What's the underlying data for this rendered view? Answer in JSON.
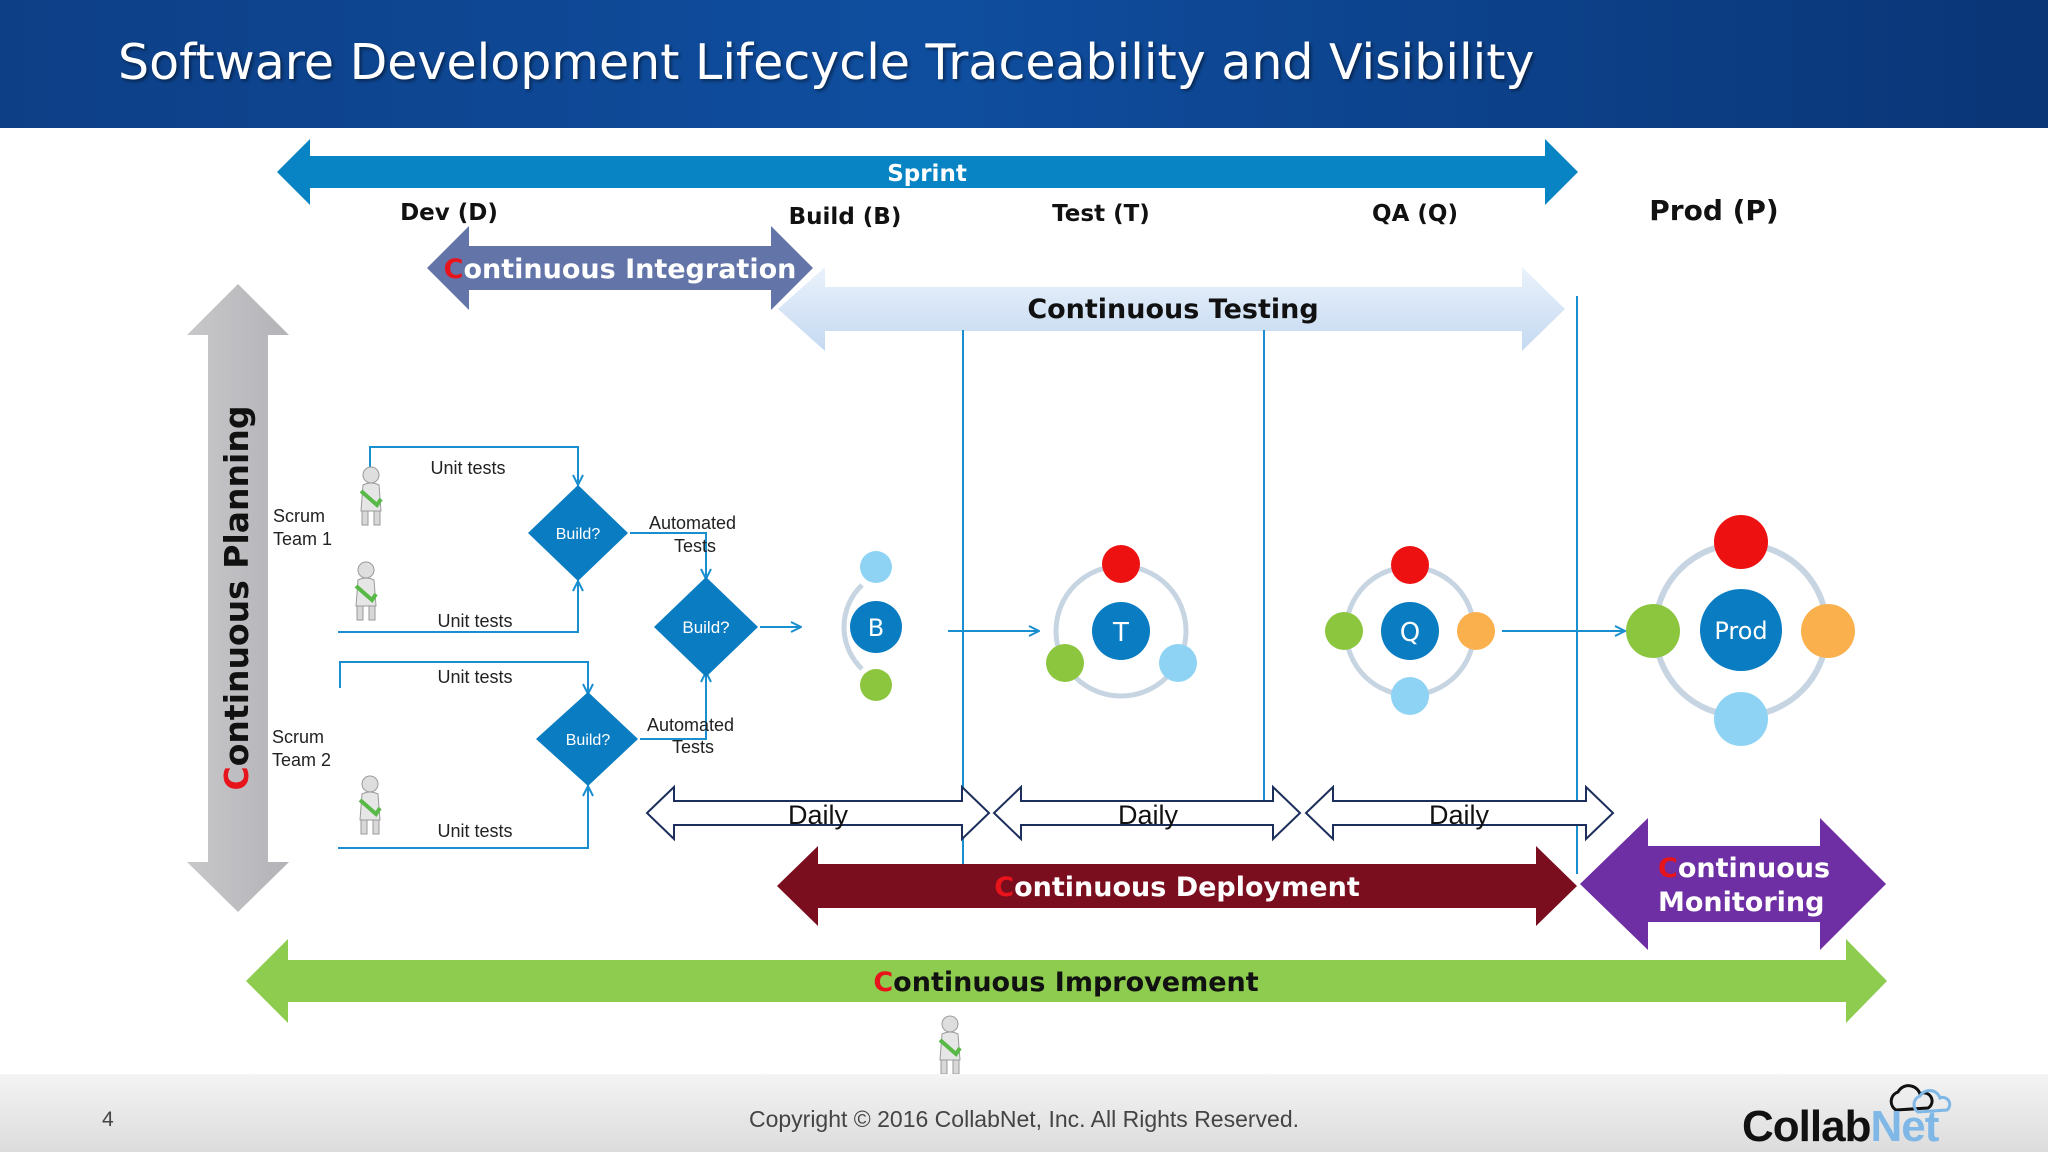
{
  "slide": {
    "title": "Software Development Lifecycle Traceability and Visibility",
    "page_number": "4",
    "copyright": "Copyright © 2016 CollabNet, Inc.  All Rights Reserved.",
    "logo": {
      "part1": "Collab",
      "part2": "Net"
    }
  },
  "stages": {
    "sprint": "Sprint",
    "dev": "Dev (D)",
    "build": "Build (B)",
    "test": "Test (T)",
    "qa": "QA (Q)",
    "prod": "Prod (P)"
  },
  "practices": {
    "integration": {
      "initial": "C",
      "rest": "ontinuous Integration"
    },
    "testing": "Continuous Testing",
    "planning": {
      "initial": "C",
      "rest": "ontinuous Planning"
    },
    "deployment": {
      "initial": "C",
      "rest": "ontinuous Deployment"
    },
    "monitoring": {
      "initial": "C",
      "line1": "ontinuous",
      "line2": "Monitoring"
    },
    "improvement": {
      "initial": "C",
      "rest": "ontinuous Improvement"
    }
  },
  "flow": {
    "unit_tests": "Unit tests",
    "team1": {
      "line1": "Scrum",
      "line2": "Team 1"
    },
    "team2": {
      "line1": "Scrum",
      "line2": "Team 2"
    },
    "build_decision": "Build?",
    "automated": {
      "line1": "Automated",
      "line2": "Tests"
    },
    "daily": "Daily"
  },
  "nodes": {
    "build": "B",
    "test": "T",
    "qa": "Q",
    "prod": "Prod"
  },
  "colors": {
    "sprint": "#0884c4",
    "integration": "#6274a8",
    "testing": "#c9dcf2",
    "planning": "#bdbdc0",
    "deployment": "#7a0d1e",
    "monitoring": "#6d2fa3",
    "improvement": "#8dcc4e",
    "initial_red": "#e8141b",
    "node_blue": "#0a7cc1",
    "dot_red": "#ee1111",
    "dot_green": "#8cc63f",
    "dot_lightblue": "#8fd3f4",
    "dot_orange": "#fbb04e"
  },
  "icons": {
    "person": "person-figure-icon"
  }
}
